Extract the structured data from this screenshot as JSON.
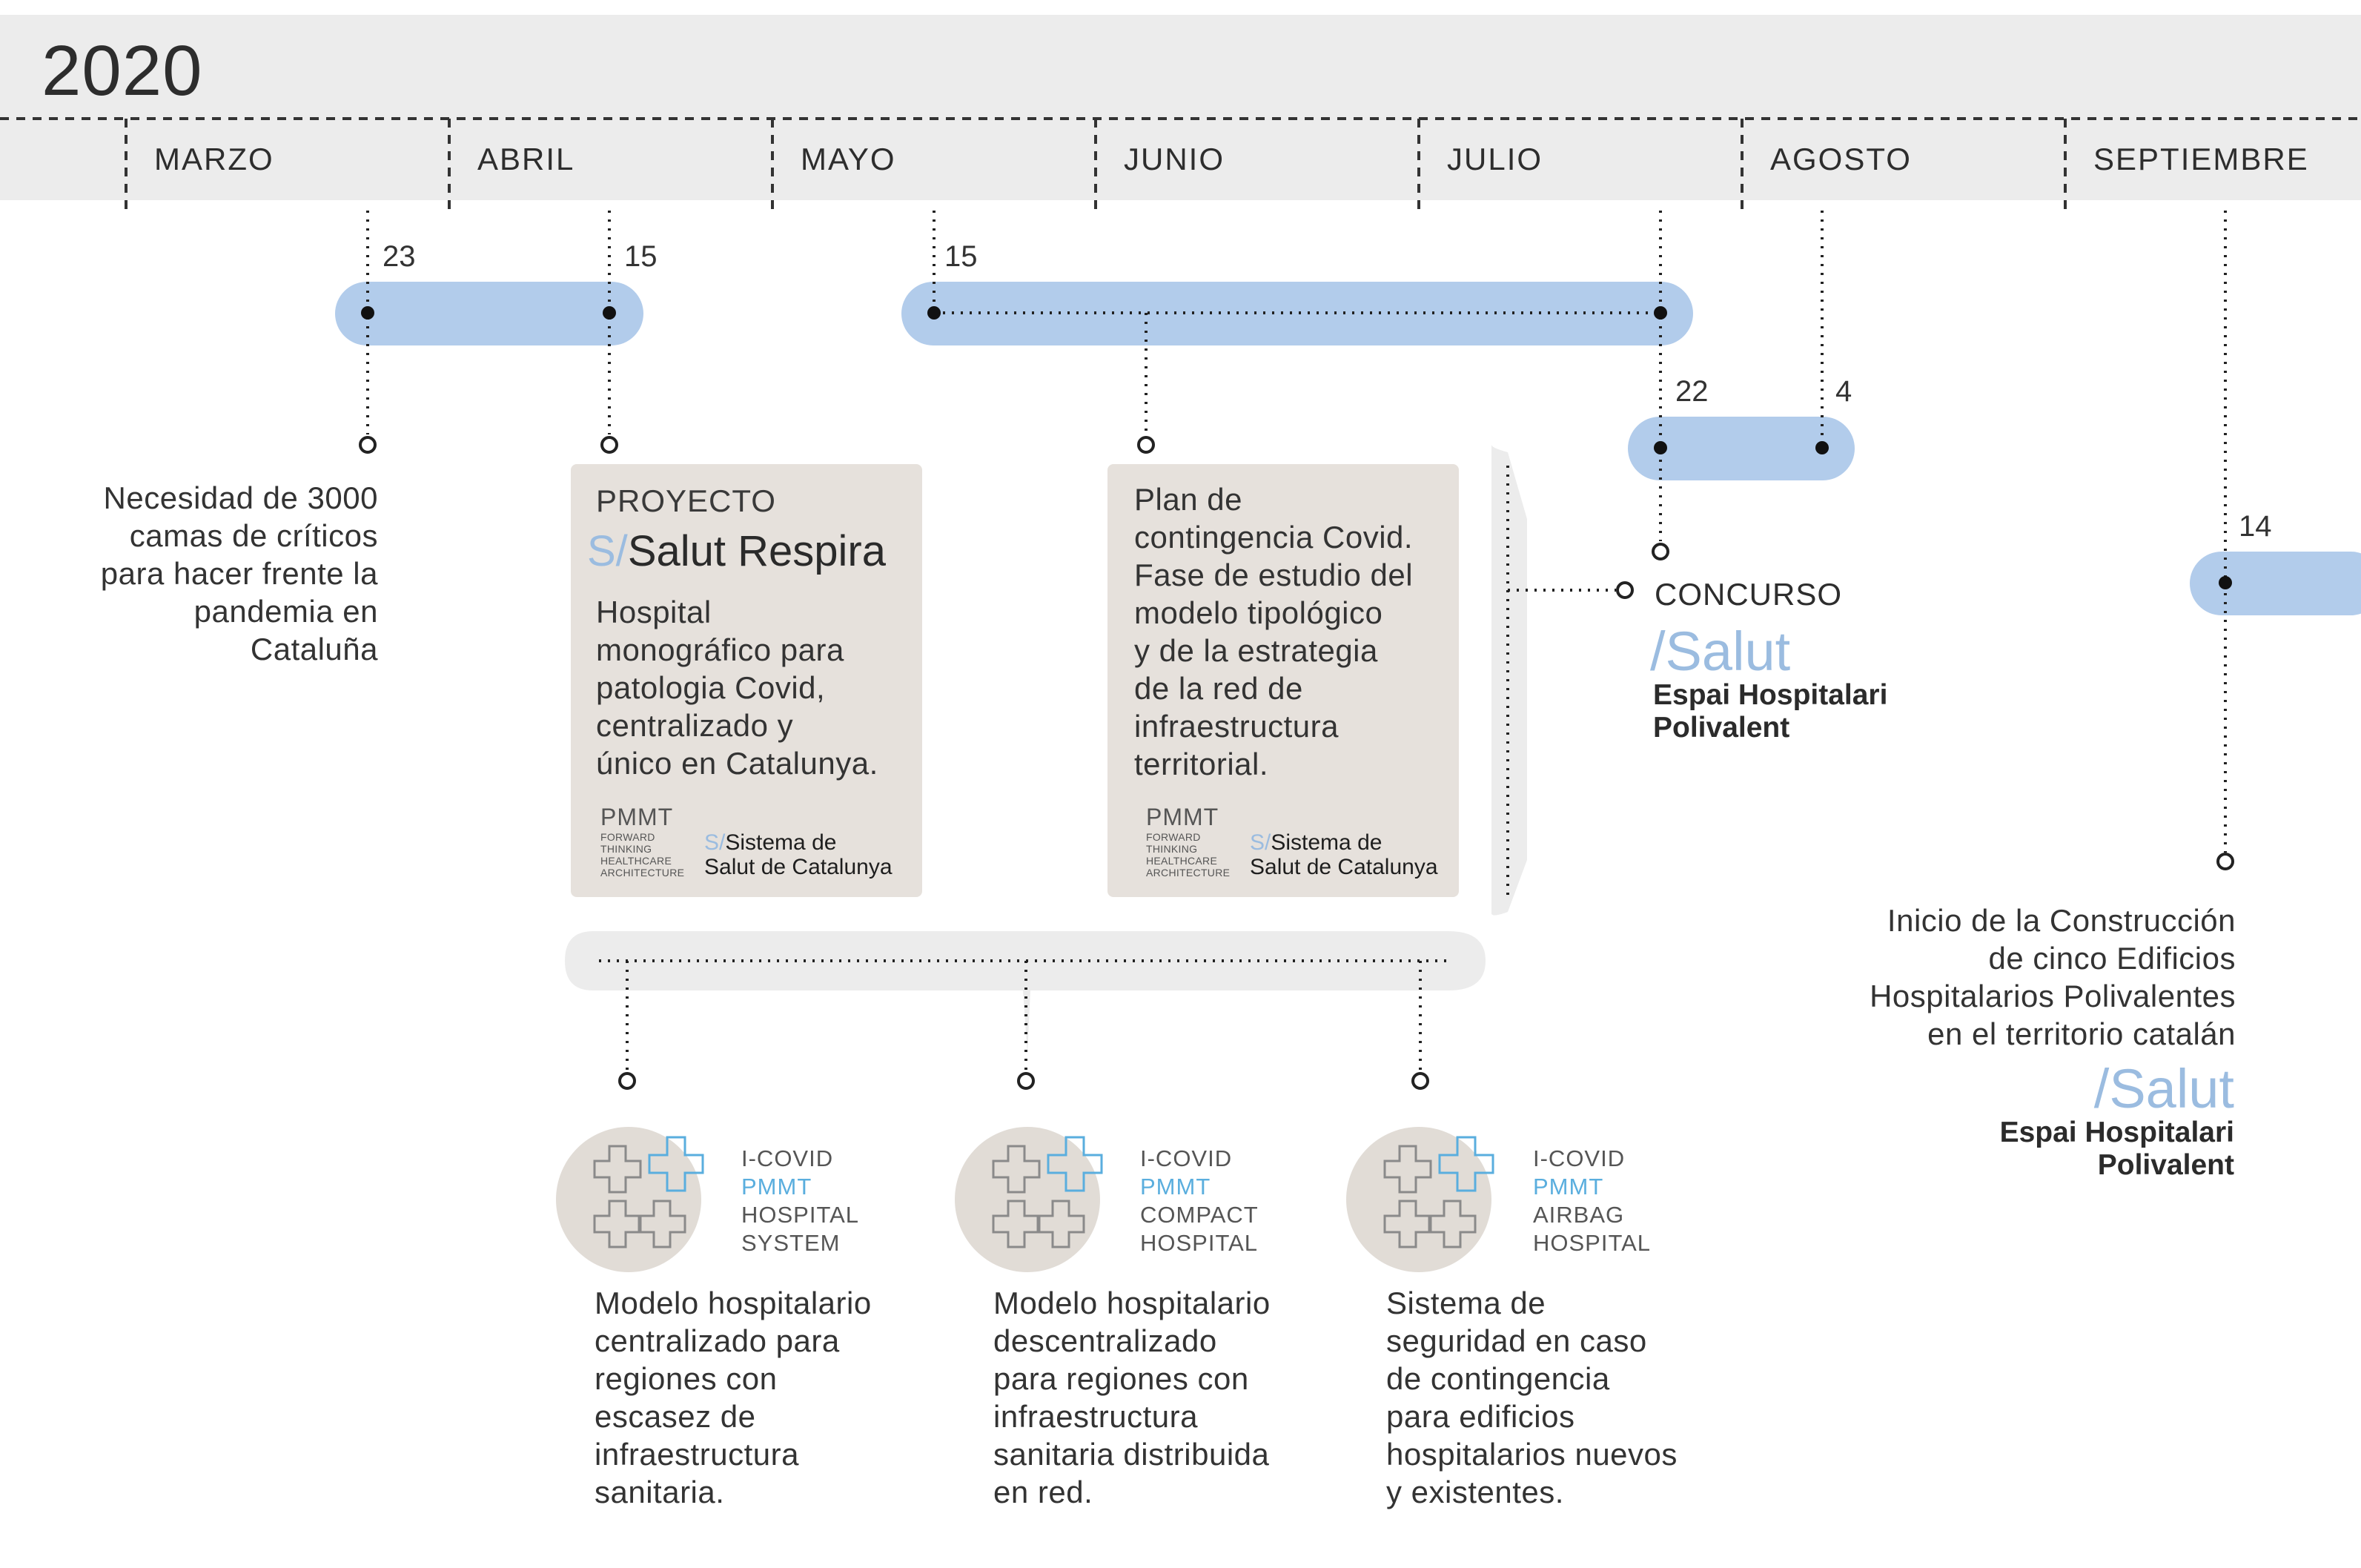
{
  "year": "2020",
  "months": [
    "MARZO",
    "ABRIL",
    "MAYO",
    "JUNIO",
    "JULIO",
    "AGOSTO",
    "SEPTIEMBRE"
  ],
  "days": [
    "23",
    "15",
    "15",
    "22",
    "4",
    "14"
  ],
  "event_necesidad": [
    "Necesidad de 3000",
    "camas de críticos",
    "para hacer frente la",
    "pandemia en",
    "Cataluña"
  ],
  "card1": {
    "tag": "PROYECTO",
    "title_prefix": "S/",
    "title": "Salut Respira",
    "body": [
      "Hospital",
      "monográfico para",
      "patologia Covid,",
      "centralizado y",
      "único en Catalunya."
    ]
  },
  "card2": {
    "body": [
      "Plan de",
      "contingencia Covid.",
      "Fase de estudio del",
      "modelo tipológico",
      "y de la estrategia",
      "de la red de",
      "infraestructura",
      "territorial."
    ]
  },
  "logos": {
    "pmmt": "PMMT",
    "pmmt_sub": [
      "FORWARD",
      "THINKING",
      "HEALTHCARE",
      "ARCHITECTURE"
    ],
    "sistema_prefix": "S/",
    "sistema": [
      "Sistema de",
      "Salut de Catalunya"
    ]
  },
  "concurso": {
    "label": "CONCURSO",
    "salut": "/Salut",
    "espai": [
      "Espai Hospitalari",
      "Polivalent"
    ]
  },
  "inicio": {
    "text": [
      "Inicio de la Construcción",
      "de cinco Edificios",
      "Hospitalarios Polivalentes",
      "en el territorio catalán"
    ],
    "salut": "/Salut",
    "espai": [
      "Espai Hospitalari",
      "Polivalent"
    ]
  },
  "models": [
    {
      "label": [
        "I-COVID",
        "PMMT",
        "HOSPITAL",
        "SYSTEM"
      ],
      "text": [
        "Modelo hospitalario",
        "centralizado para",
        "regiones con",
        "escasez de",
        "infraestructura",
        "sanitaria."
      ]
    },
    {
      "label": [
        "I-COVID",
        "PMMT",
        "COMPACT",
        "HOSPITAL"
      ],
      "text": [
        "Modelo hospitalario",
        "descentralizado",
        "para regiones con",
        "infraestructura",
        "sanitaria distribuida",
        "en red."
      ]
    },
    {
      "label": [
        "I-COVID",
        "PMMT",
        "AIRBAG",
        "HOSPITAL"
      ],
      "text": [
        "Sistema de",
        "seguridad en caso",
        "de contingencia",
        "para edificios",
        "hospitalarios nuevos",
        "y existentes."
      ]
    }
  ],
  "colors": {
    "band": "#ececec",
    "pill": "#b2cceb",
    "card": "#e6e1dc",
    "circle": "#e1dcd6",
    "salut_blue": "#9bbce0",
    "cross_blue": "#5aaede"
  }
}
